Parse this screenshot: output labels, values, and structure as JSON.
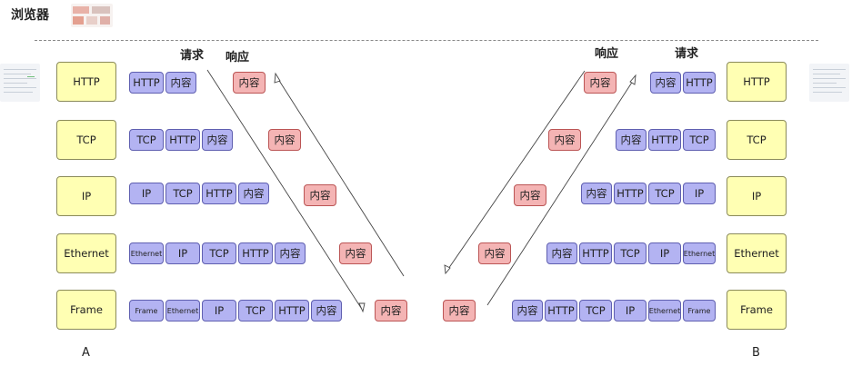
{
  "title": "浏览器",
  "labels": {
    "request": "请求",
    "response": "响应"
  },
  "hosts": {
    "a": "A",
    "b": "B"
  },
  "layers": [
    "HTTP",
    "TCP",
    "IP",
    "Ethernet",
    "Frame"
  ],
  "payload": "内容",
  "segments": {
    "http": "HTTP",
    "tcp": "TCP",
    "ip": "IP",
    "ethernet": "Ethernet",
    "frame": "Frame",
    "content": "内容"
  },
  "colors": {
    "layer": "#ffffb3",
    "header": "#b3b3f2",
    "payload": "#f4b4b4"
  }
}
